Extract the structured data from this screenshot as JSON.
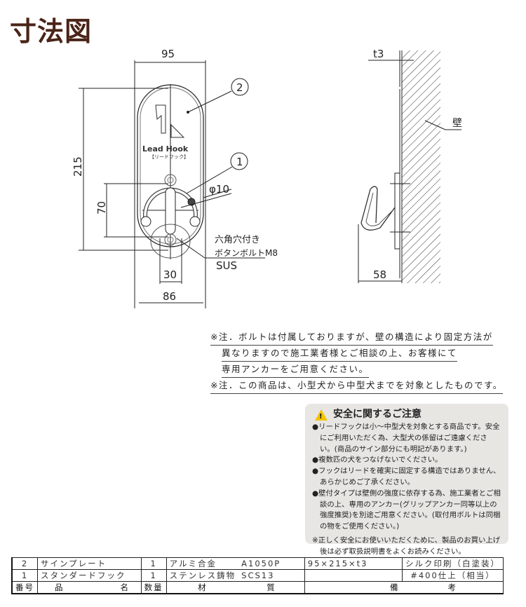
{
  "title": "寸法図",
  "front_view": {
    "dim_width_top": "95",
    "dim_height": "215",
    "dim_hook_height": "70",
    "dim_bolt_spacing": "30",
    "dim_width_bottom": "86",
    "dim_hook_dia": "φ10",
    "callout_plate": "2",
    "callout_hook": "1",
    "bolt_label_line1": "六角穴付き",
    "bolt_label_line2": "ボタンボルトM8",
    "bolt_label_line3": "SUS",
    "plate_logo": "Lead Hook",
    "plate_logo_sub": "【リードフック】"
  },
  "side_view": {
    "dim_thickness": "t3",
    "dim_depth": "58",
    "wall_label": "壁"
  },
  "notes": [
    "※注．ボルトは付属しておりますが、壁の構造により固定方法が",
    "異なりますので施工業者様とご相談の上、お客様にて",
    "専用アンカーをご用意ください。",
    "※注．この商品は、小型犬から中型犬までを対象としたものです。"
  ],
  "safety": {
    "heading": "安全に関するご注意",
    "icon": "warning-triangle-icon",
    "color": "#e8e6e3",
    "bullets": [
      "●リードフックは小〜中型犬を対象とする商品です。安全にご利用いただく為、大型犬の係留はご遠慮ください。(商品のサイン部分にも明記があります。)",
      "●複数匹の犬をつなげないでください。",
      "●フックはリードを確実に固定する構造ではありません、あらかじめご了承ください。",
      "●壁付タイプは壁側の強度に依存する為、施工業者とご相談の上、専用のアンカー(グリップアンカー同等以上の強度推奨)を別途ご用意ください。(取付用ボルトは同梱の物をご使用ください。)"
    ],
    "footnote": "※正しく安全にお使いいただくために、製品のお買い上げ後は必ず取扱説明書をよくお読みください。"
  },
  "parts_table": {
    "rows": [
      {
        "no": "2",
        "name": "サインプレート",
        "qty": "1",
        "material": "アルミ合金",
        "grade": "A1050P",
        "size": "95×215×t3",
        "remark": "シルク印刷（白塗装）"
      },
      {
        "no": "1",
        "name": "スタンダードフック",
        "qty": "1",
        "material": "ステンレス鋳物",
        "grade": "SCS13",
        "size": "",
        "remark": "#400仕上（相当）"
      }
    ],
    "header": {
      "no": "番号",
      "name1": "品",
      "name2": "名",
      "qty": "数量",
      "mat1": "材",
      "mat2": "質",
      "rem1": "備",
      "rem2": "考"
    }
  }
}
